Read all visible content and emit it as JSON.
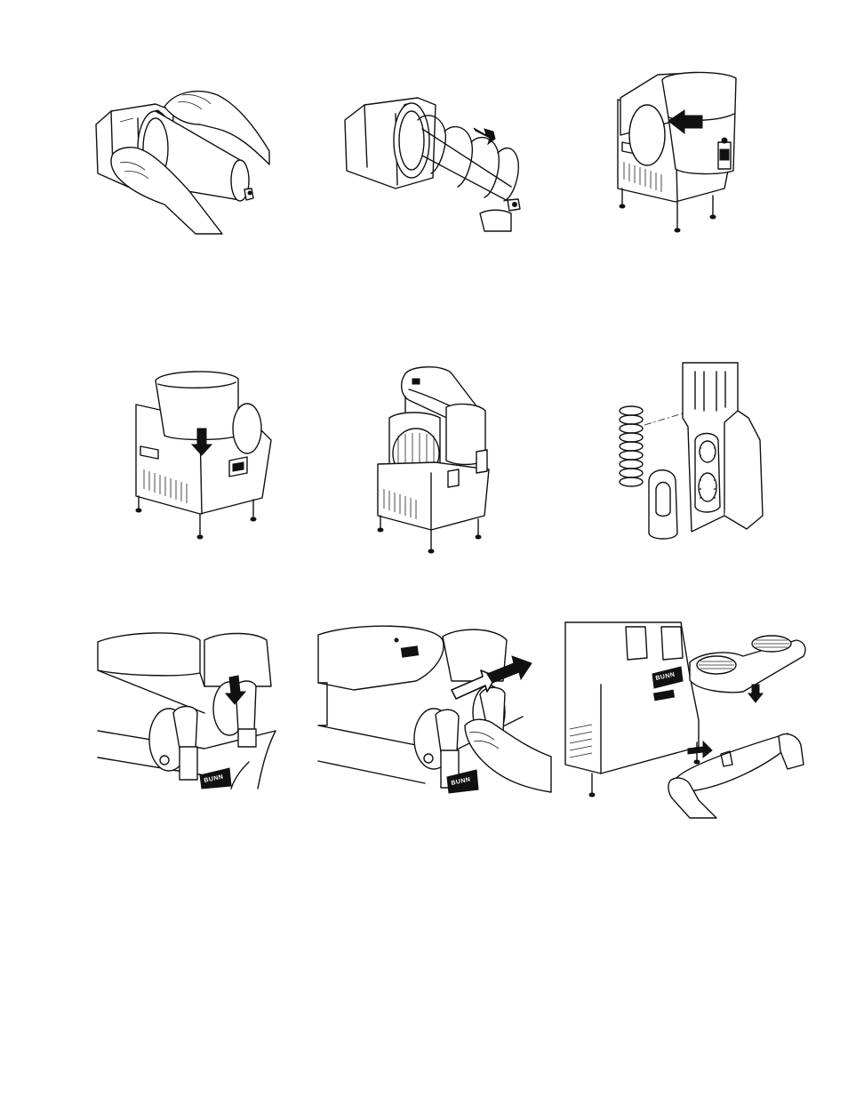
{
  "page": {
    "background": "#ffffff",
    "line_color": "#111111"
  },
  "figures": [
    {
      "id": "fig-1",
      "icon": "hands-installing-auger-tube-icon"
    },
    {
      "id": "fig-2",
      "icon": "auger-removal-arrow-icon"
    },
    {
      "id": "fig-3",
      "icon": "bowl-install-arrow-icon"
    },
    {
      "id": "fig-4",
      "icon": "bowl-press-down-arrow-icon"
    },
    {
      "id": "fig-5",
      "icon": "lid-exploded-icon"
    },
    {
      "id": "fig-6",
      "icon": "faucet-spring-parts-icon"
    },
    {
      "id": "fig-7",
      "icon": "faucet-handle-down-arrow-icon"
    },
    {
      "id": "fig-8",
      "icon": "faucet-handle-pull-arrows-icon"
    },
    {
      "id": "fig-9",
      "icon": "drip-tray-install-icon"
    }
  ],
  "brand": {
    "logo_text": "BUNN"
  }
}
